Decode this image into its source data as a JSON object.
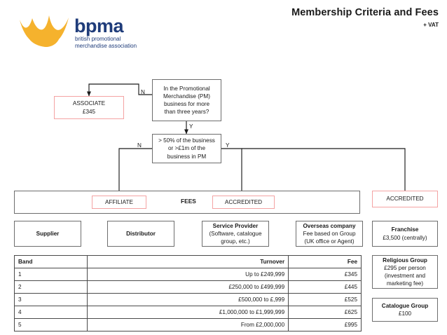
{
  "header": {
    "logo_name": "bpma-logo",
    "logo_wordmark": "bpma",
    "logo_tagline_line1": "british promotional",
    "logo_tagline_line2": "merchandise association",
    "title": "Membership Criteria and Fees",
    "subtitle": "+ VAT"
  },
  "colors": {
    "logo_gold": "#F5B22D",
    "logo_navy": "#1F3C7A",
    "red_border": "#F4A3A3",
    "gray_border": "#6D6D6D",
    "text": "#1A1A1A"
  },
  "flow": {
    "decision1": {
      "lines": [
        "In the Promotional",
        "Merchandise (PM)",
        "business for more",
        "than three years?"
      ]
    },
    "decision2": {
      "lines": [
        "> 50% of the business",
        "or >£1m of the",
        "business  in PM"
      ]
    },
    "associate": {
      "title": "ASSOCIATE",
      "fee": "£345"
    },
    "labels": {
      "d1_no": "N",
      "d1_yes": "Y",
      "d2_no": "N",
      "d2_yes": "Y"
    }
  },
  "fees_band": {
    "label": "FEES",
    "affiliate": "AFFILIATE",
    "accredited_center": "ACCREDITED",
    "accredited_right": "ACCREDITED"
  },
  "categories": [
    {
      "title": "Supplier",
      "lines": []
    },
    {
      "title": "Distributor",
      "lines": []
    },
    {
      "title": "Service Provider",
      "lines": [
        "(Software, catalogue",
        "group, etc.)"
      ]
    },
    {
      "title": "Overseas company",
      "lines": [
        "Fee based on Group",
        "(UK office or Agent)"
      ]
    },
    {
      "title": "Franchise",
      "lines": [
        "£3,500 (centrally)"
      ]
    }
  ],
  "side_boxes": [
    {
      "title": "Religious Group",
      "lines": [
        "£295 per person",
        "(investment and",
        "marketing fee)"
      ]
    },
    {
      "title": "Catalogue Group",
      "lines": [
        "£100"
      ]
    }
  ],
  "fee_table": {
    "headers": [
      "Band",
      "Turnover",
      "Fee"
    ],
    "rows": [
      [
        "1",
        "Up to £249,999",
        "£345"
      ],
      [
        "2",
        "£250,000 to £499,999",
        "£445"
      ],
      [
        "3",
        "£500,000 to £,999",
        "£525"
      ],
      [
        "4",
        "£1,000,000 to £1,999,999",
        "£625"
      ],
      [
        "5",
        "From £2,000,000",
        "£995"
      ]
    ]
  }
}
